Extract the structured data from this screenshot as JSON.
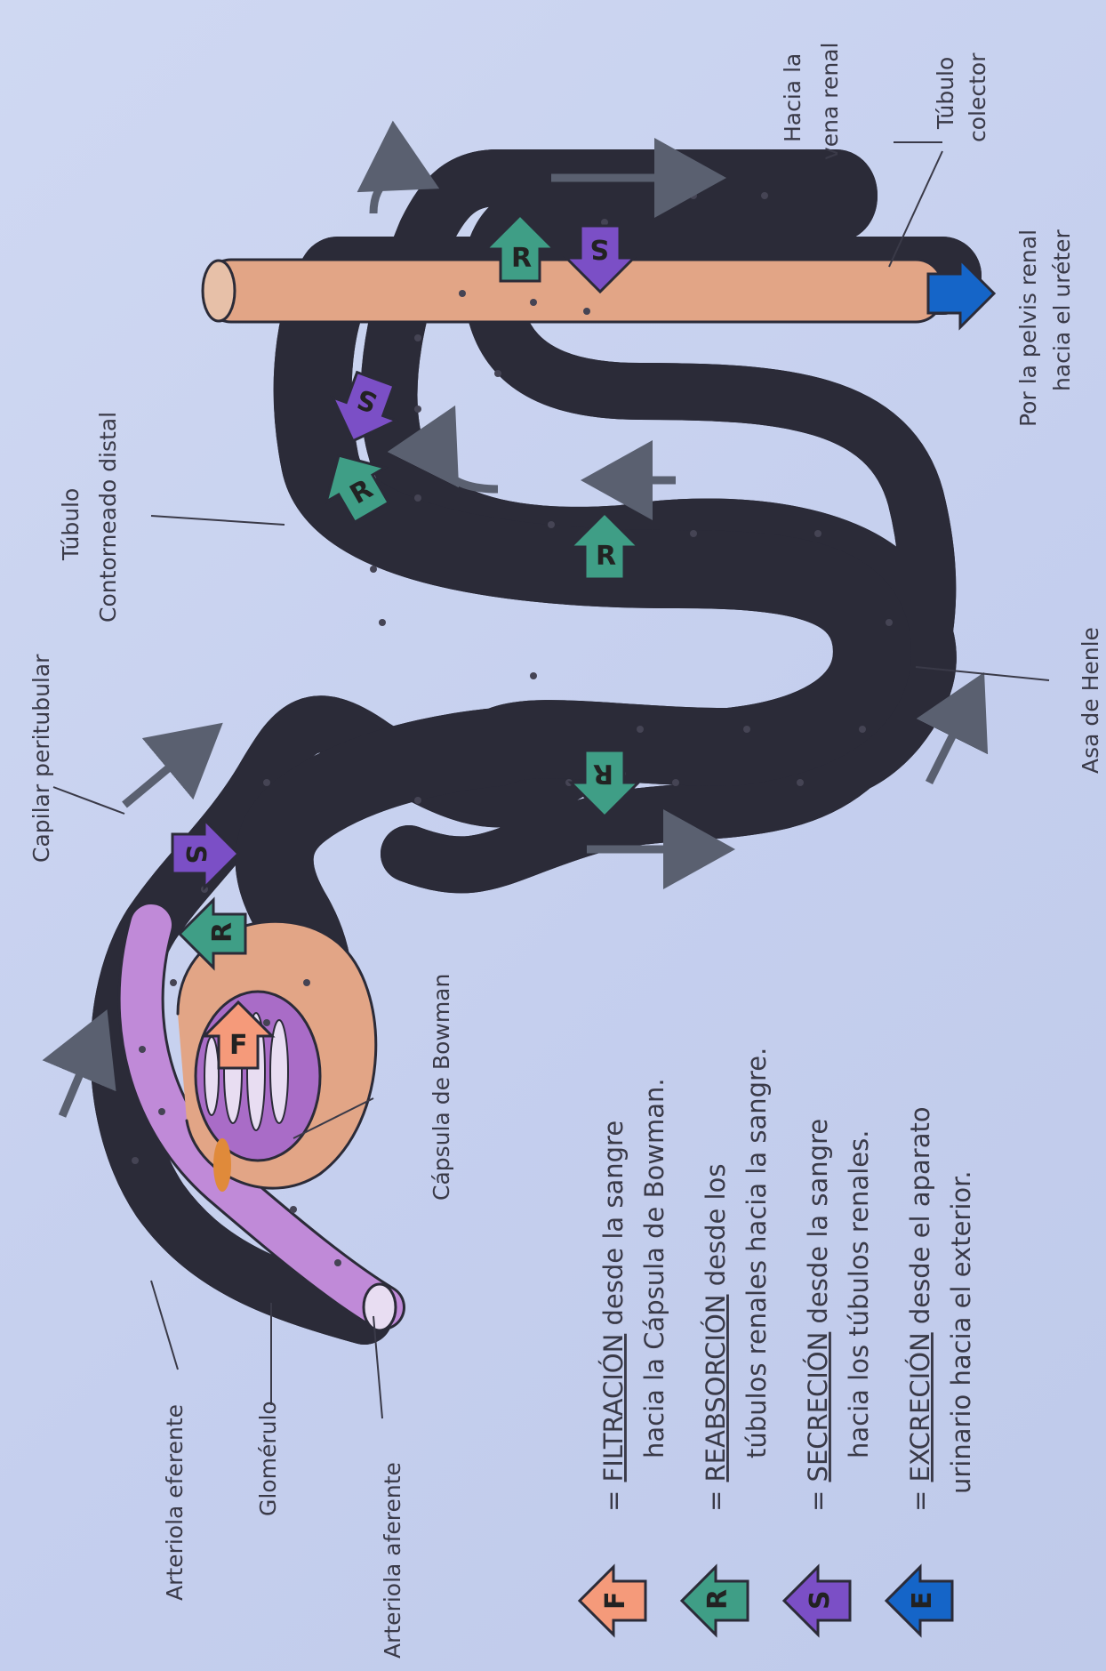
{
  "colors": {
    "paper": "#c9d3ef",
    "capillary": "#b886d8",
    "tubule": "#e2a586",
    "filtration": "#f59a7a",
    "reabsorption": "#3f9e86",
    "secretion": "#7b4fc6",
    "excretion": "#1565c8",
    "flow_arrow": "#5a6070"
  },
  "labels": {
    "capilar": "Capilar peritubular",
    "capsula": "Cápsula de Bowman",
    "tubulo_distal_1": "Túbulo",
    "tubulo_distal_2": "Contorneado distal",
    "hacia_vena_1": "Hacia la",
    "hacia_vena_2": "vena renal",
    "tubulo_colector_1": "Túbulo",
    "tubulo_colector_2": "colector",
    "pelvis_1": "Por la pelvis renal",
    "pelvis_2": "hacia el uréter",
    "asa_henle": "Asa de Henle",
    "arteriola_eferente": "Arteriola eferente",
    "glomerulo": "Glomérulo",
    "arteriola_aferente": "Arteriola aferente"
  },
  "legend": [
    {
      "letter": "F",
      "icon": "filtration-arrow-icon",
      "prefix": "= ",
      "key": "FILTRACIÓN",
      "rest": " desde la sangre",
      "line2": "hacia la Cápsula de Bowman."
    },
    {
      "letter": "R",
      "icon": "reabsorption-arrow-icon",
      "prefix": "= ",
      "key": "REABSORCIÓN",
      "rest": " desde los",
      "line2": "túbulos renales hacia la sangre."
    },
    {
      "letter": "S",
      "icon": "secretion-arrow-icon",
      "prefix": "= ",
      "key": "SECRECIÓN",
      "rest": " desde la sangre",
      "line2": "hacia los túbulos renales."
    },
    {
      "letter": "E",
      "icon": "excretion-arrow-icon",
      "prefix": "= ",
      "key": "EXCRECIÓN",
      "rest": " desde el aparato",
      "line2": "urinario hacia el exterior."
    }
  ],
  "diagram_letters": {
    "F": "F",
    "R": "R",
    "S": "S"
  }
}
